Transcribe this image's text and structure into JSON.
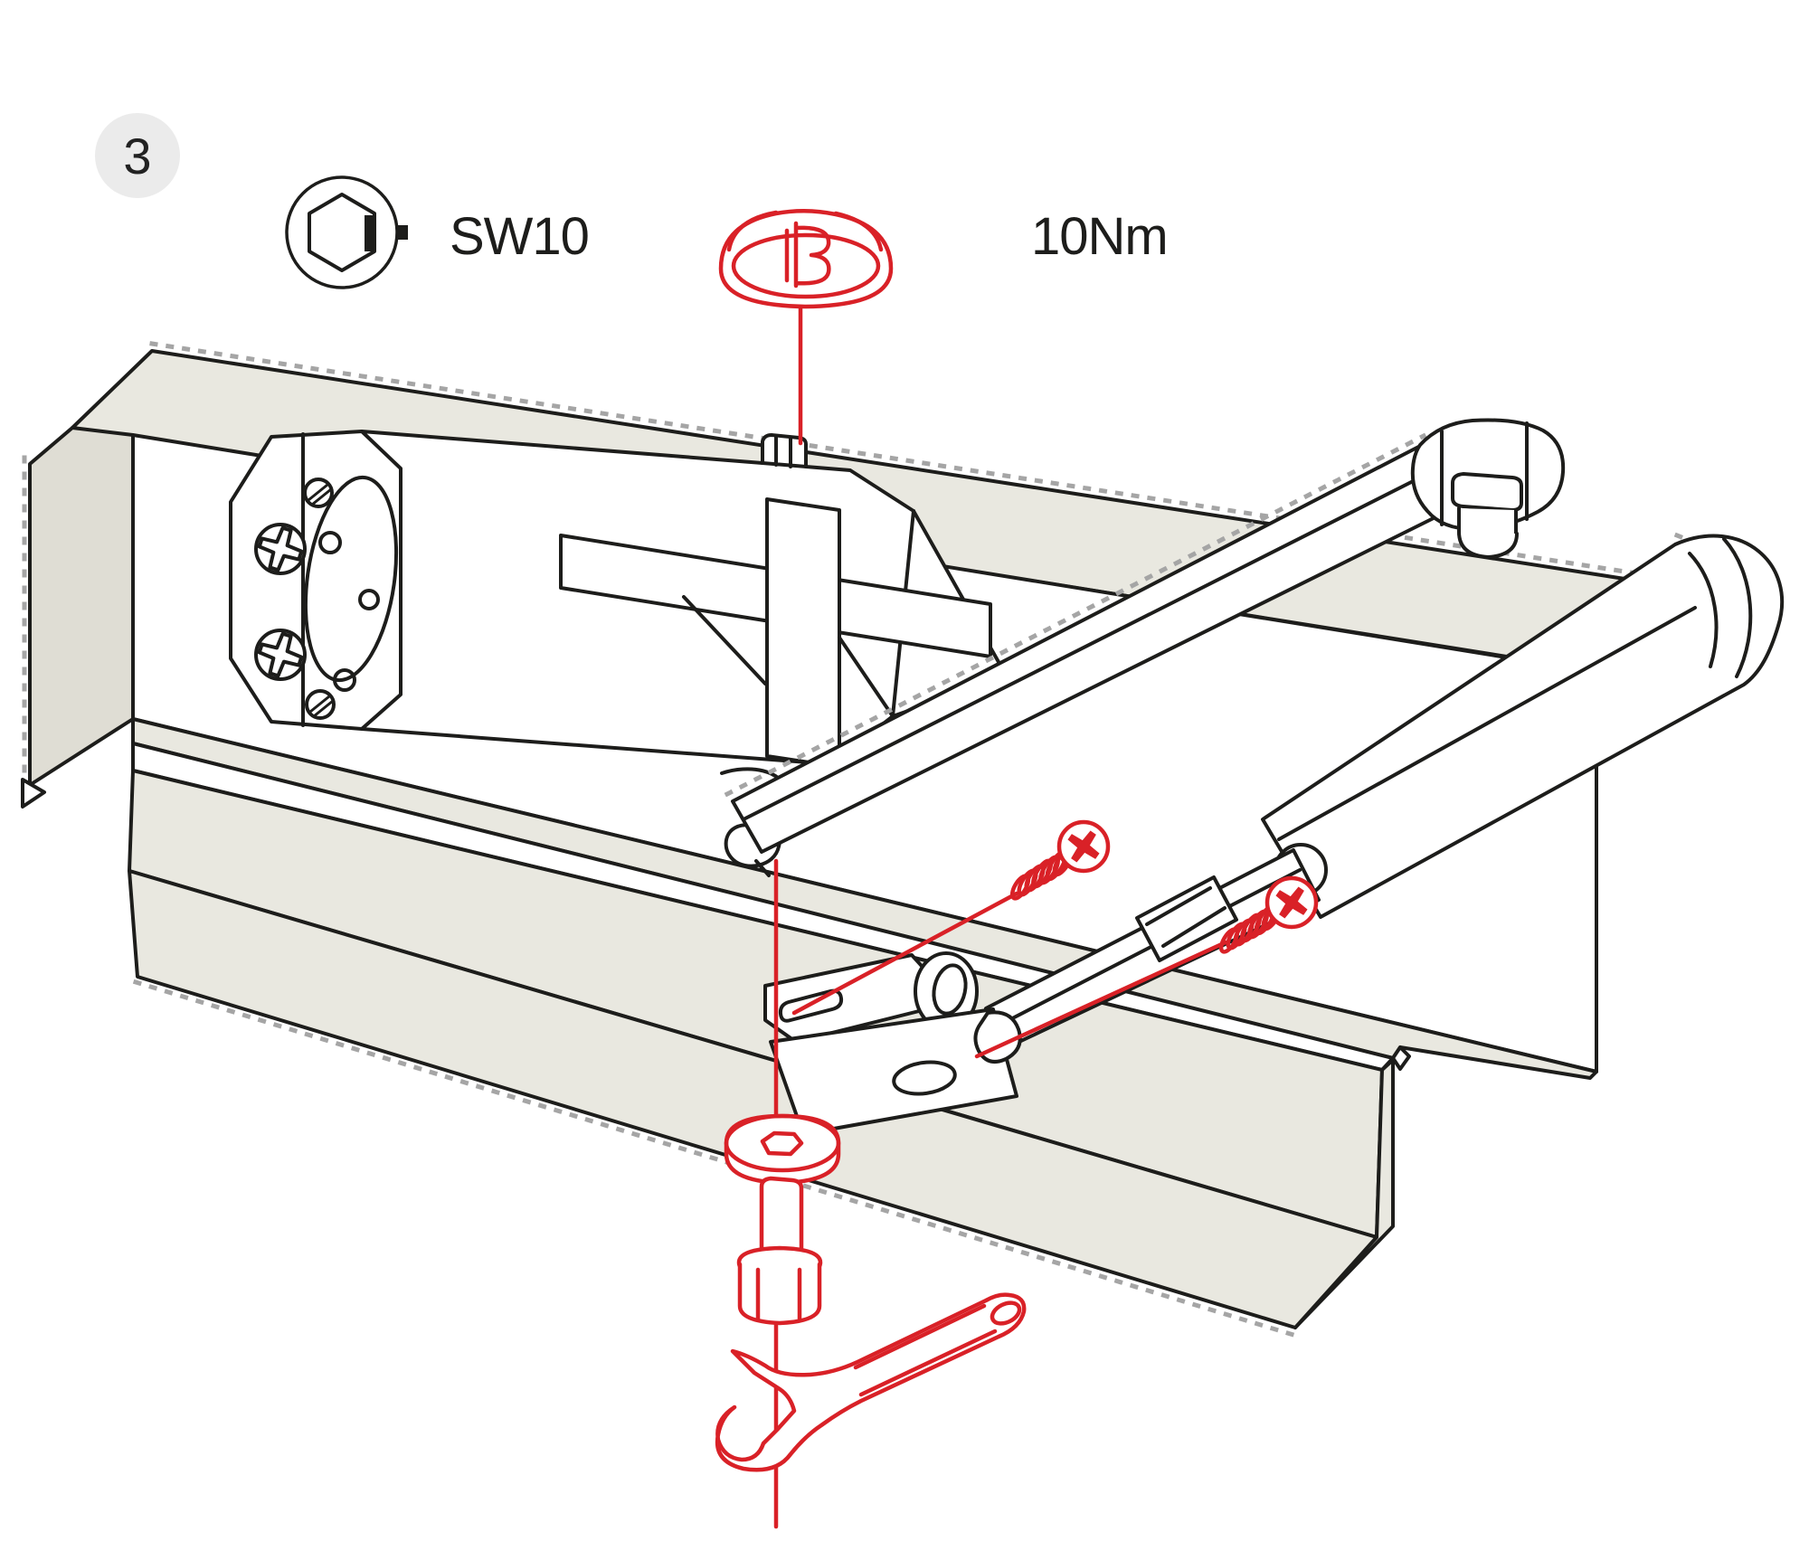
{
  "step_badge": {
    "number": "3"
  },
  "annotations": {
    "tool_size_label": "SW10",
    "torque_label": "10Nm"
  },
  "colors": {
    "highlight_red": "#d92127",
    "line_black": "#1d1d1b",
    "door_face": "#e9e8e0",
    "door_side": "#dfddd4",
    "badge_background": "#ebebeb",
    "shadow_gray": "#a5a5a5"
  },
  "icons": [
    "step-badge",
    "hex-socket-icon",
    "cover-cap-icon",
    "phillips-screw-icon",
    "slotted-screw-icon"
  ],
  "parts": {
    "red_highlighted": [
      "cover-cap",
      "spindle-alignment-line",
      "flat-head-screw-1",
      "flat-head-screw-2",
      "screw-guide-line-1",
      "screw-guide-line-2",
      "axle-alignment-line",
      "washer",
      "hex-bolt",
      "open-end-wrench"
    ],
    "black_outline": [
      "door-leaf",
      "door-frame",
      "door-closer-body",
      "closer-end-cap",
      "pinion-spindle",
      "main-arm",
      "forearm-link",
      "adjustment-rod",
      "arm-shoe-bracket"
    ]
  }
}
